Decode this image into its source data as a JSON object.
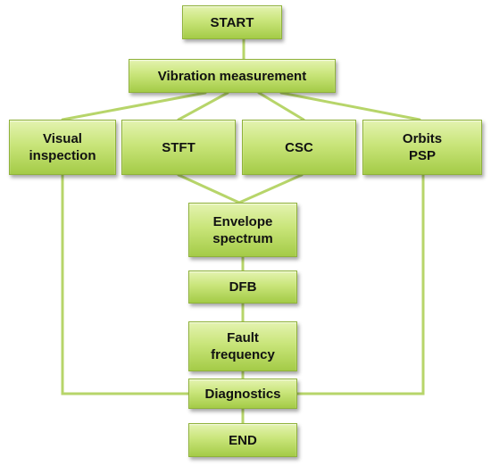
{
  "flowchart": {
    "colors": {
      "node_fill_top": "#e4f3b0",
      "node_fill_bottom": "#a4cb47",
      "connector": "#b7d56a"
    },
    "nodes": {
      "start": "START",
      "vibration": "Vibration measurement",
      "visual": "Visual\ninspection",
      "stft": "STFT",
      "csc": "CSC",
      "orbits": "Orbits\nPSP",
      "envelope": "Envelope\nspectrum",
      "dfb": "DFB",
      "fault": "Fault\nfrequency",
      "diagnostics": "Diagnostics",
      "end": "END"
    }
  }
}
